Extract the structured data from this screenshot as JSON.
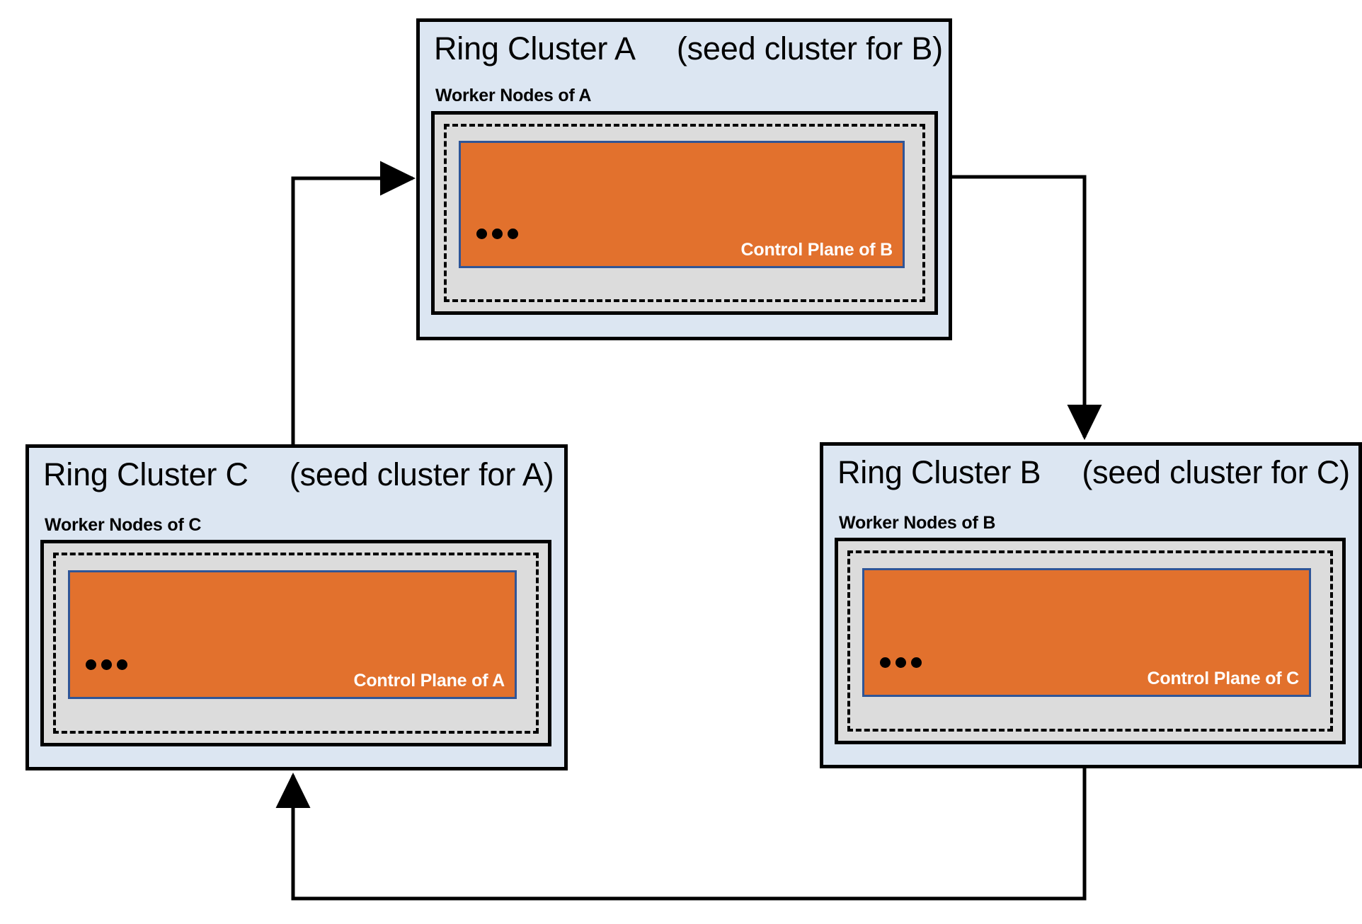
{
  "diagram": {
    "title_hidden": "Ring topology of three clusters, each hosting the control plane of the next",
    "colors": {
      "cluster_fill": "#dce6f2",
      "cluster_border": "#000000",
      "nodegroup_fill": "#dcdcdc",
      "nodegroup_border": "#000000",
      "node_dashed_border": "#000000",
      "controlplane_fill": "#e2712d",
      "controlplane_border": "#2f5597",
      "controlplane_text": "#ffffff",
      "arrow": "#000000",
      "background": "#ffffff"
    },
    "clusters": [
      {
        "id": "A",
        "name": "Ring Cluster A",
        "seed_note": "(seed cluster for B)",
        "worker_label": "Worker Nodes of A",
        "control_plane_label": "Control Plane of B",
        "ellipsis": "•••"
      },
      {
        "id": "C",
        "name": "Ring Cluster C",
        "seed_note": "(seed cluster for A)",
        "worker_label": "Worker Nodes of C",
        "control_plane_label": "Control Plane of A",
        "ellipsis": "•••"
      },
      {
        "id": "B",
        "name": "Ring Cluster B",
        "seed_note": "(seed cluster for C)",
        "worker_label": "Worker Nodes of B",
        "control_plane_label": "Control Plane of C",
        "ellipsis": "•••"
      }
    ],
    "connections": [
      {
        "id": "c-to-a",
        "from": "C",
        "to": "A",
        "style": "orthogonal",
        "arrowhead": "right"
      },
      {
        "id": "a-to-b",
        "from": "A",
        "to": "B",
        "style": "orthogonal",
        "arrowhead": "down"
      },
      {
        "id": "b-to-c",
        "from": "B",
        "to": "C",
        "style": "orthogonal",
        "arrowhead": "up"
      }
    ]
  }
}
